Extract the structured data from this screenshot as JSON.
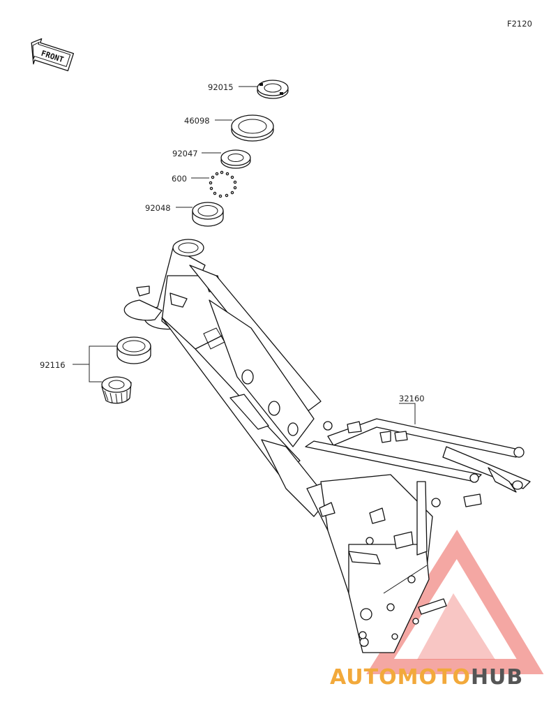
{
  "figure_code": "F2120",
  "front_label": "FRONT",
  "callouts": [
    {
      "id": "92015",
      "text": "92015"
    },
    {
      "id": "46098",
      "text": "46098"
    },
    {
      "id": "92047",
      "text": "92047"
    },
    {
      "id": "600",
      "text": "600"
    },
    {
      "id": "92048",
      "text": "92048"
    },
    {
      "id": "92116",
      "text": "92116"
    },
    {
      "id": "32160",
      "text": "32160"
    }
  ],
  "watermark": {
    "part1": "AUTOMOTO",
    "part2": "HUB",
    "color_primary": "#f2a93b",
    "color_secondary": "#555555",
    "triangle_color": "#e8423a"
  },
  "colors": {
    "line": "#111111",
    "background": "#ffffff"
  }
}
